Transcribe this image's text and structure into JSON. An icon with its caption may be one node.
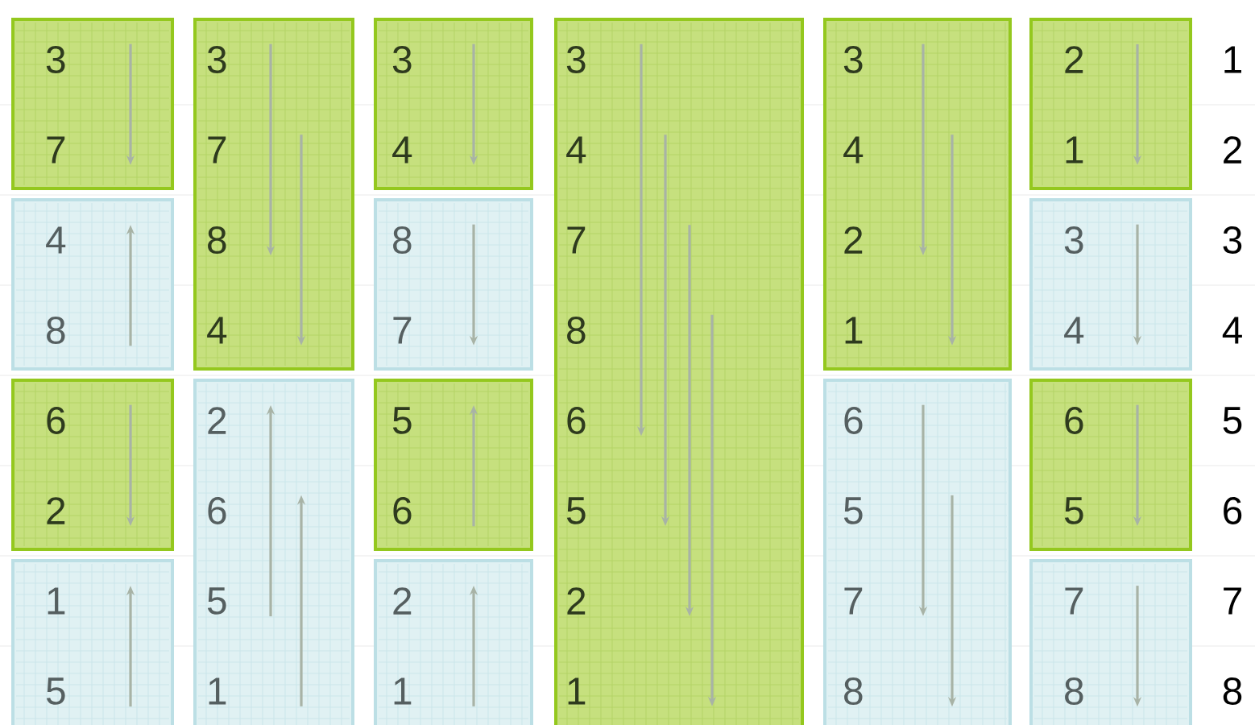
{
  "diagram": {
    "nodes": [
      {
        "text": [],
        "shape": "box"
      },
      {
        "text": [
          "3"
        ],
        "in": 0
      },
      {
        "text": [
          "7"
        ],
        "in": 0
      },
      {
        "text": [],
        "shape": "box"
      },
      {
        "text": [
          "4"
        ],
        "in": 3
      },
      {
        "text": [
          "8"
        ],
        "in": 3
      },
      {
        "text": [],
        "shape": "box"
      },
      {
        "text": [
          "6"
        ],
        "in": 6
      },
      {
        "text": [
          "2"
        ],
        "in": 6
      },
      {
        "text": [],
        "shape": "box"
      },
      {
        "text": [
          "1"
        ],
        "in": 9
      },
      {
        "text": [
          "5"
        ],
        "in": 9
      },
      {
        "text": [],
        "shape": "box"
      },
      {
        "text": [
          "3"
        ],
        "in": 12
      },
      {
        "text": [
          "7"
        ],
        "in": 12
      },
      {
        "text": [
          "8"
        ],
        "in": 12
      },
      {
        "text": [
          "4"
        ],
        "in": 12
      },
      {
        "text": [],
        "shape": "box"
      },
      {
        "text": [
          "2"
        ],
        "in": 17
      },
      {
        "text": [
          "6"
        ],
        "in": 17
      },
      {
        "text": [
          "5"
        ],
        "in": 17
      },
      {
        "text": [
          "1"
        ],
        "in": 17
      },
      {
        "text": [],
        "shape": "box"
      },
      {
        "text": [
          "3"
        ],
        "in": 22
      },
      {
        "text": [
          "4"
        ],
        "in": 22
      },
      {
        "text": [],
        "shape": "box"
      },
      {
        "text": [
          "8"
        ],
        "in": 25
      },
      {
        "text": [
          "7"
        ],
        "in": 25
      },
      {
        "text": [],
        "shape": "box"
      },
      {
        "text": [
          "5"
        ],
        "in": 28
      },
      {
        "text": [
          "6"
        ],
        "in": 28
      },
      {
        "text": [],
        "shape": "box"
      },
      {
        "text": [
          "2"
        ],
        "in": 31
      },
      {
        "text": [
          "1"
        ],
        "in": 31
      },
      {
        "text": [],
        "shape": "box"
      },
      {
        "text": [
          "3"
        ],
        "in": 34
      },
      {
        "text": [
          "4"
        ],
        "in": 34
      },
      {
        "text": [
          "7"
        ],
        "in": 34
      },
      {
        "text": [
          "8"
        ],
        "in": 34
      },
      {
        "text": [
          "6"
        ],
        "in": 34
      },
      {
        "text": [
          "5"
        ],
        "in": 34
      },
      {
        "text": [
          "2"
        ],
        "in": 34
      },
      {
        "text": [
          "1"
        ],
        "in": 34
      },
      {
        "text": [],
        "shape": "box"
      },
      {
        "text": [
          "3"
        ],
        "in": 43
      },
      {
        "text": [
          "4"
        ],
        "in": 43
      },
      {
        "text": [
          "2"
        ],
        "in": 43
      },
      {
        "text": [
          "1"
        ],
        "in": 43
      },
      {
        "text": [],
        "shape": "box"
      },
      {
        "text": [
          "6"
        ],
        "in": 48
      },
      {
        "text": [
          "5"
        ],
        "in": 48
      },
      {
        "text": [
          "7"
        ],
        "in": 48
      },
      {
        "text": [
          "8"
        ],
        "in": 48
      },
      {
        "text": [],
        "shape": "box"
      },
      {
        "text": [
          "2"
        ],
        "in": 53
      },
      {
        "text": [
          "1"
        ],
        "in": 53
      },
      {
        "text": [],
        "shape": "box"
      },
      {
        "text": [
          "3"
        ],
        "in": 56
      },
      {
        "text": [
          "4"
        ],
        "in": 56
      },
      {
        "text": [],
        "shape": "box"
      },
      {
        "text": [
          "6"
        ],
        "in": 59
      },
      {
        "text": [
          "5"
        ],
        "in": 59
      },
      {
        "text": [],
        "shape": "box"
      },
      {
        "text": [
          "7"
        ],
        "in": 62
      },
      {
        "text": [
          "8"
        ],
        "in": 62
      }
    ],
    "edges": [
      {
        "from": 1,
        "to": 2,
        "arrow": "to"
      },
      {
        "from": 5,
        "to": 4,
        "arrow": "to"
      },
      {
        "from": 7,
        "to": 8,
        "arrow": "to"
      },
      {
        "from": 11,
        "to": 10,
        "arrow": "to"
      },
      {
        "from": 13,
        "to": 15,
        "arrow": "to"
      },
      {
        "from": 14,
        "to": 16,
        "arrow": "to"
      },
      {
        "from": 20,
        "to": 18,
        "arrow": "to"
      },
      {
        "from": 21,
        "to": 19,
        "arrow": "to"
      },
      {
        "from": 23,
        "to": 24,
        "arrow": "to"
      },
      {
        "from": 26,
        "to": 27,
        "arrow": "to"
      },
      {
        "from": 30,
        "to": 29,
        "arrow": "to"
      },
      {
        "from": 33,
        "to": 32,
        "arrow": "to"
      },
      {
        "from": 35,
        "to": 39,
        "arrow": "to"
      },
      {
        "from": 36,
        "to": 40,
        "arrow": "to"
      },
      {
        "from": 37,
        "to": 41,
        "arrow": "to"
      },
      {
        "from": 38,
        "to": 42,
        "arrow": "to"
      },
      {
        "from": 44,
        "to": 46,
        "arrow": "to"
      },
      {
        "from": 45,
        "to": 47,
        "arrow": "to"
      },
      {
        "from": 49,
        "to": 51,
        "arrow": "to"
      },
      {
        "from": 50,
        "to": 52,
        "arrow": "to"
      },
      {
        "from": 54,
        "to": 55,
        "arrow": "to"
      },
      {
        "from": 57,
        "to": 58,
        "arrow": "to"
      },
      {
        "from": 60,
        "to": 61,
        "arrow": "to"
      },
      {
        "from": 63,
        "to": 64,
        "arrow": "to"
      }
    ],
    "labels": [
      "1",
      "2",
      "3",
      "4",
      "5",
      "6",
      "7",
      "8"
    ]
  }
}
